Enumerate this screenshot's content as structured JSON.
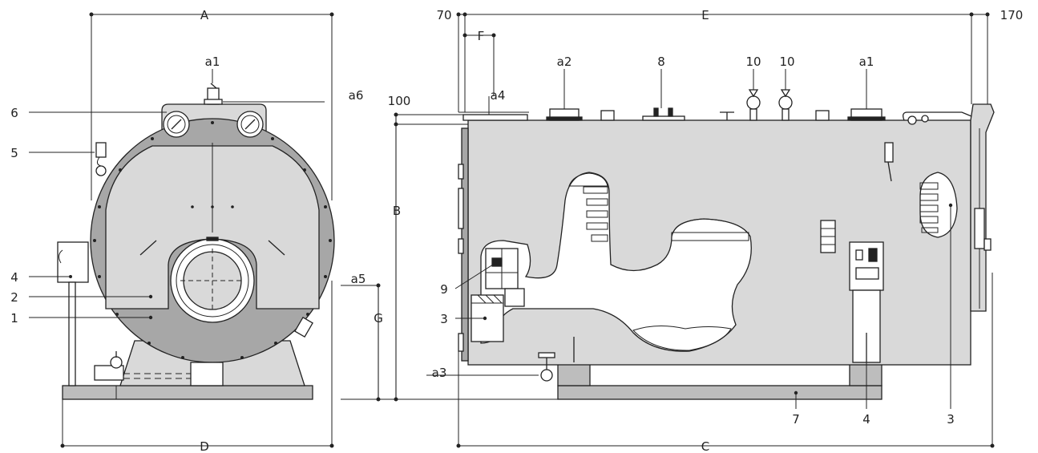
{
  "colors": {
    "shell_fill": "#d9d9d9",
    "ring_fill": "#a7a7a7",
    "cutaway_fill": "#ffffff",
    "water_blue": "#7aa9d4",
    "water_light": "#cfe2f1",
    "base_fill": "#bdbdbd",
    "line": "#222222"
  },
  "labels": {
    "dim_A": "A",
    "dim_B": "B",
    "dim_C": "C",
    "dim_D": "D",
    "dim_E": "E",
    "dim_F": "F",
    "dim_G": "G",
    "dim_70": "70",
    "dim_100": "100",
    "dim_170": "170",
    "conn_a1_front": "a1",
    "conn_a1_side": "a1",
    "conn_a2": "a2",
    "conn_a3": "a3",
    "conn_a4": "a4",
    "conn_a5": "a5",
    "conn_a6": "a6",
    "part_1": "1",
    "part_2": "2",
    "part_3_left": "3",
    "part_3_right": "3",
    "part_4_front": "4",
    "part_4_side": "4",
    "part_5": "5",
    "part_6": "6",
    "part_7": "7",
    "part_8": "8",
    "part_9": "9",
    "part_10a": "10",
    "part_10b": "10"
  }
}
